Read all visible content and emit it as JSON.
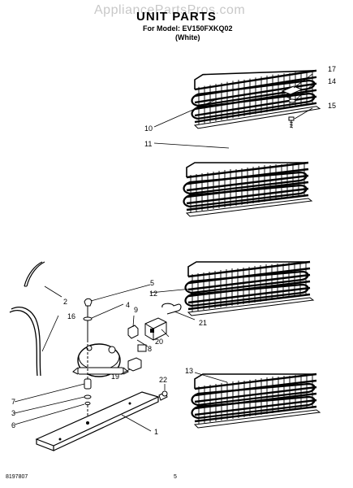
{
  "watermark": "AppliancePartsPros.com",
  "header": {
    "title": "UNIT PARTS",
    "model_line": "For Model: EV150FXKQ02",
    "color_line": "(White)"
  },
  "callouts": [
    "1",
    "2",
    "3",
    "4",
    "5",
    "6",
    "7",
    "8",
    "9",
    "10",
    "11",
    "12",
    "13",
    "14",
    "15",
    "16",
    "17",
    "19",
    "20",
    "21",
    "22"
  ],
  "footer": {
    "doc_number": "8197807",
    "page_number": "5"
  }
}
